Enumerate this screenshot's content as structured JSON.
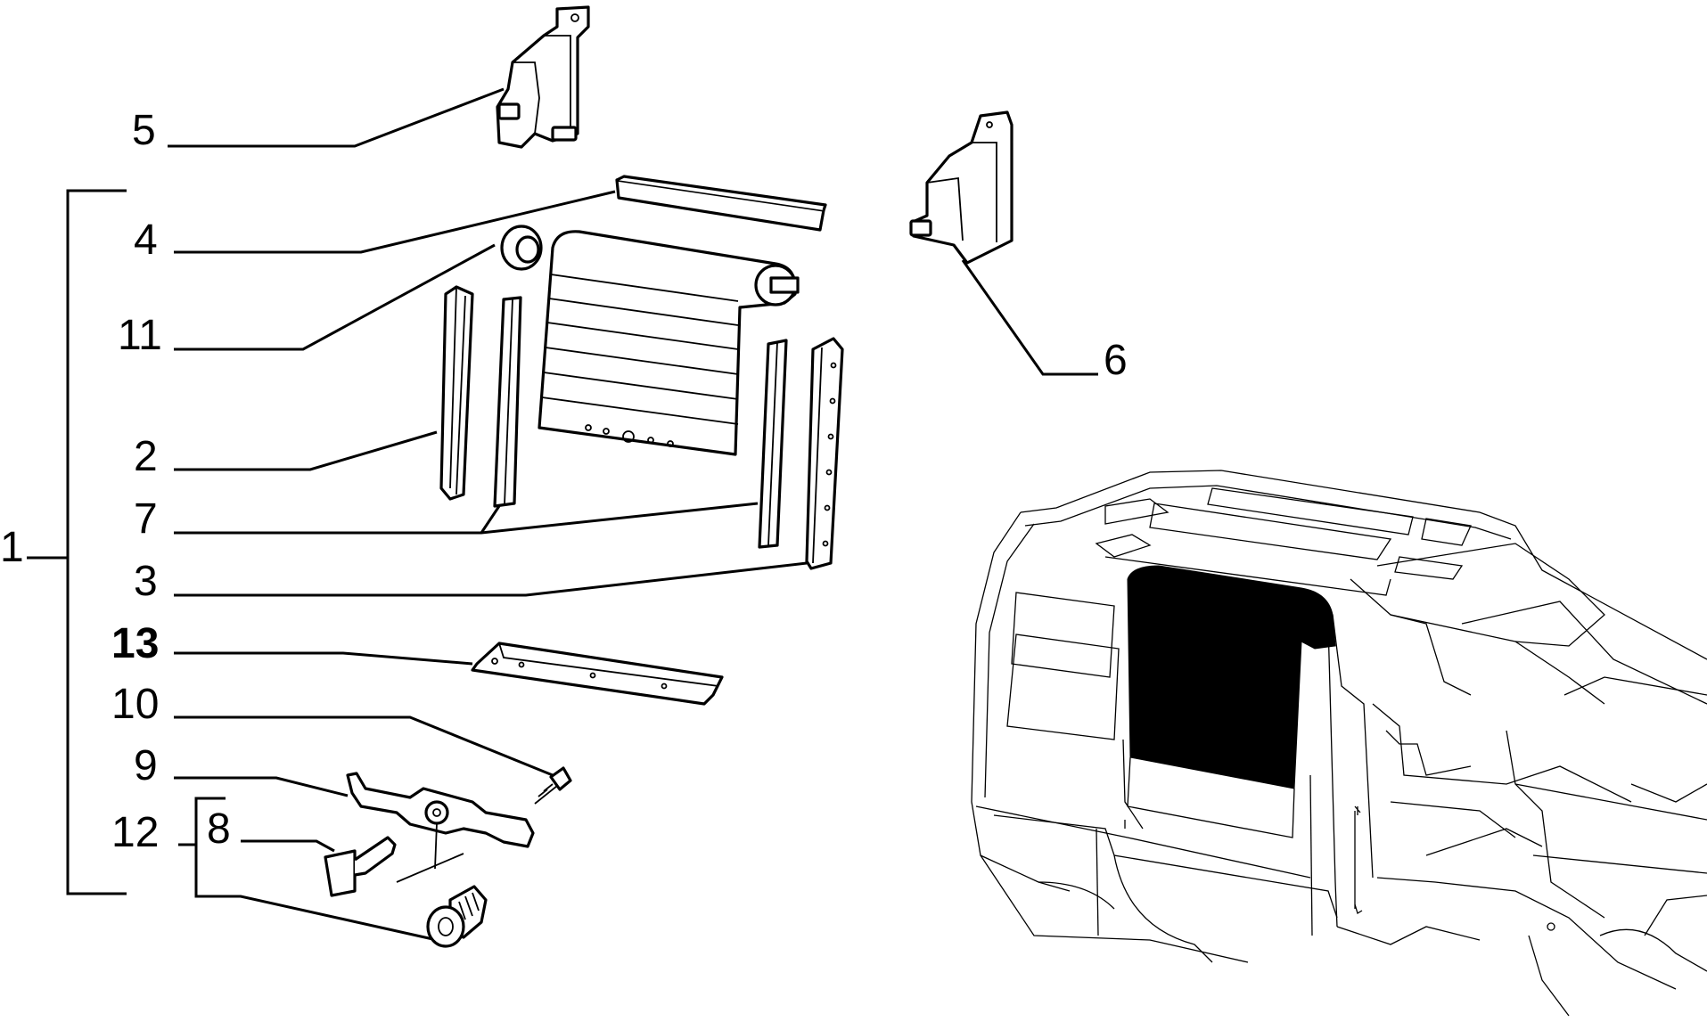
{
  "callouts": {
    "c1": "1",
    "c2": "2",
    "c3": "3",
    "c4": "4",
    "c5": "5",
    "c6": "6",
    "c7": "7",
    "c8": "8",
    "c9": "9",
    "c10": "10",
    "c11": "11",
    "c12": "12",
    "c13": "13"
  },
  "highlight_color": "#000000",
  "line_color": "#000000",
  "background_color": "#ffffff"
}
